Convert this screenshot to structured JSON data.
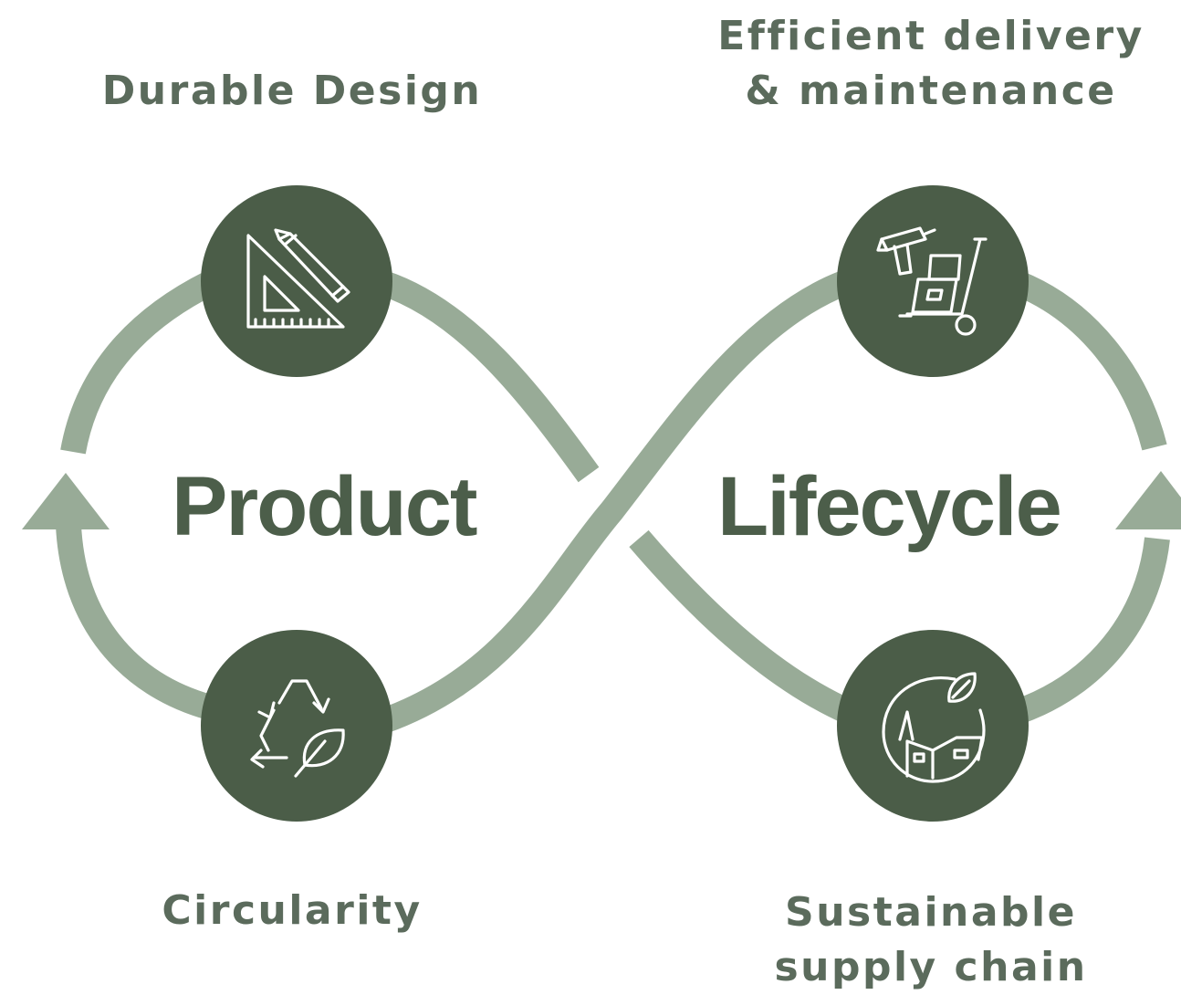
{
  "colors": {
    "loop": "#98ab97",
    "circle": "#4b5d48",
    "icon_stroke": "#ffffff",
    "label": "#5b6b5c",
    "center_word": "#4c5e4a"
  },
  "center": {
    "left_word": "Product",
    "right_word": "Lifecycle"
  },
  "stages": {
    "durable_design": {
      "label_lines": [
        "Durable Design"
      ],
      "icon": "triangle-ruler-pencil-icon"
    },
    "efficient_delivery": {
      "label_lines": [
        "Efficient delivery",
        "& maintenance"
      ],
      "icon": "drill-hand-truck-icon"
    },
    "circularity": {
      "label_lines": [
        "Circularity"
      ],
      "icon": "recycle-leaf-icon"
    },
    "sustainable_supply": {
      "label_lines": [
        "Sustainable",
        "supply chain"
      ],
      "icon": "factory-leaf-globe-icon"
    }
  }
}
